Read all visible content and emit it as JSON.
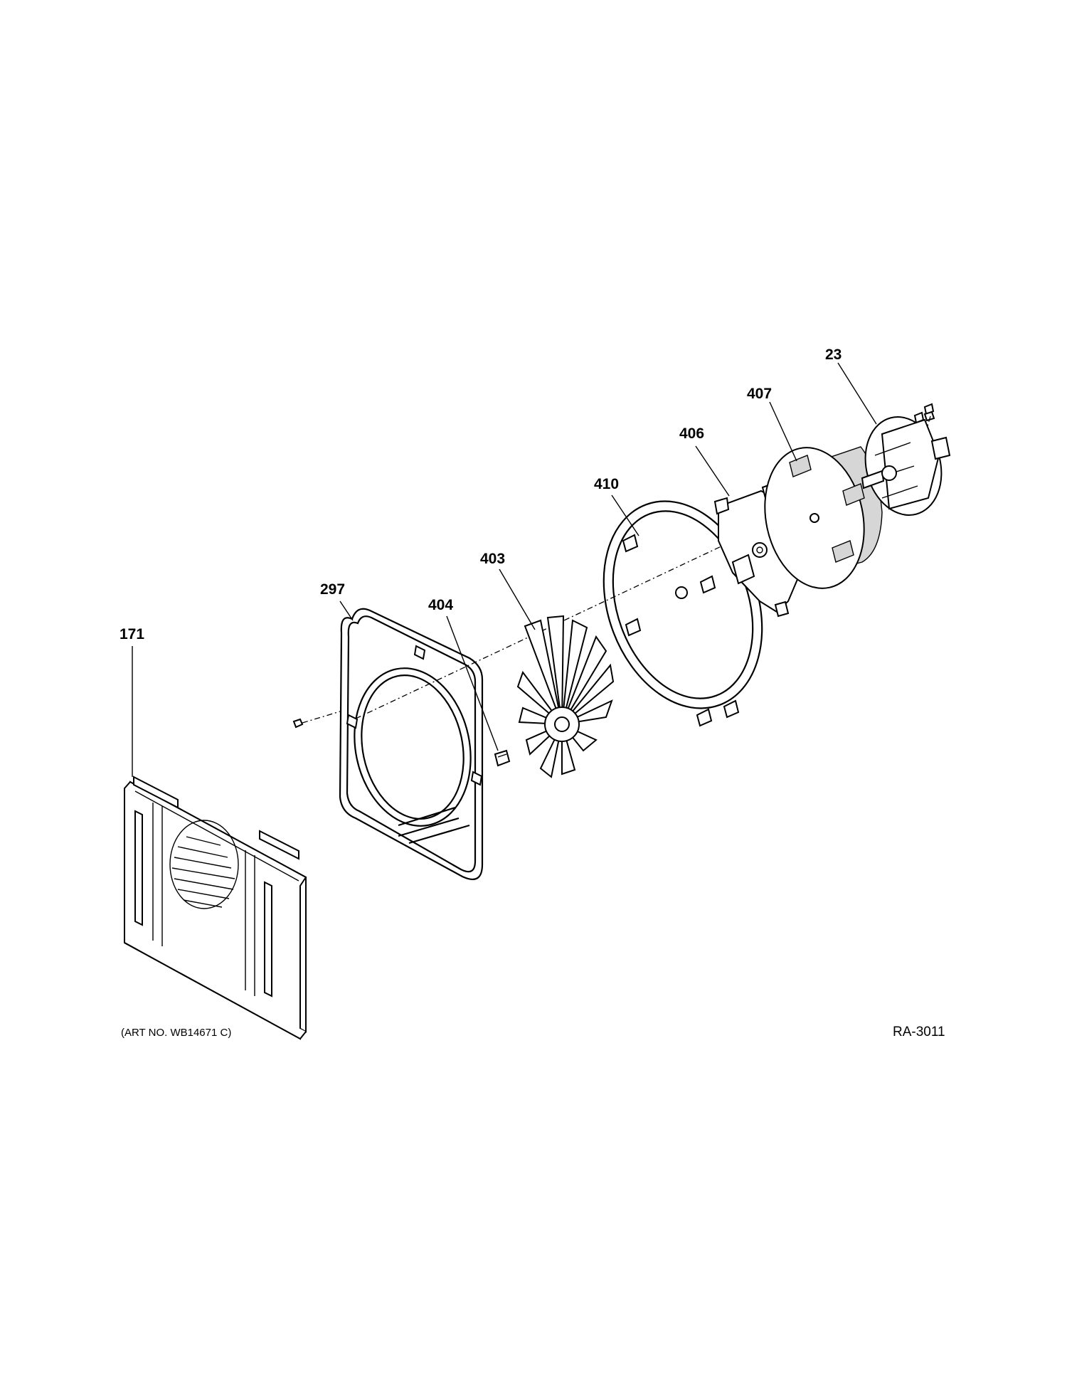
{
  "callouts": {
    "c23": "23",
    "c407": "407",
    "c406": "406",
    "c410": "410",
    "c403": "403",
    "c297": "297",
    "c404": "404",
    "c171": "171"
  },
  "art_number": "(ART NO. WB14671 C)",
  "drawing_code": "RA-3011"
}
